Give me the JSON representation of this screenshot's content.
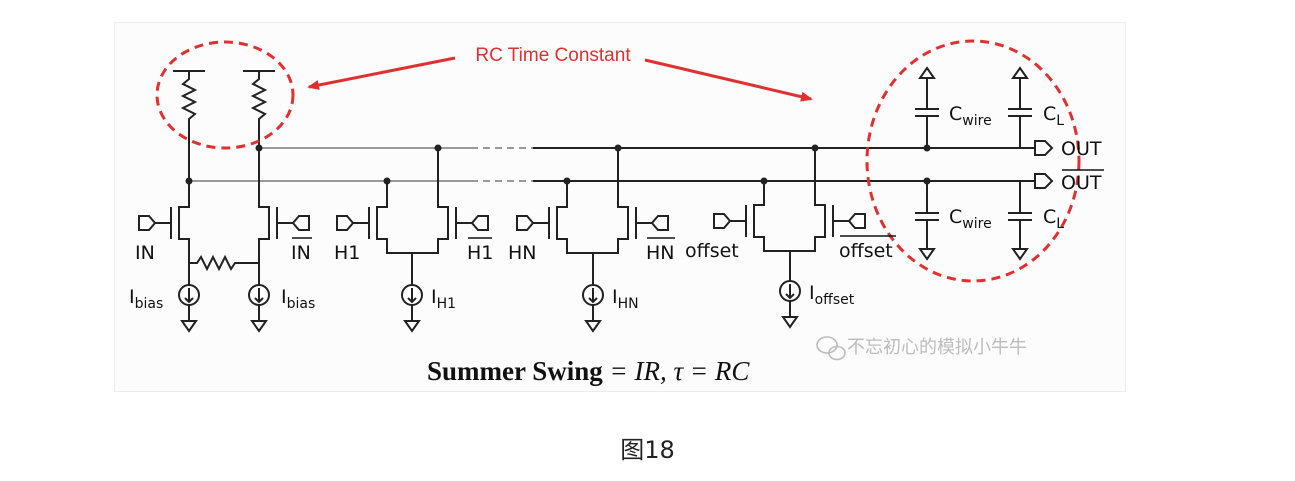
{
  "figure": {
    "annotation": "RC Time Constant",
    "signals": {
      "in": "IN",
      "in_bar": "IN",
      "h1": "H1",
      "h1_bar": "H1",
      "hn": "HN",
      "hn_bar": "HN",
      "offset": "offset",
      "offset_bar": "offset",
      "out": "OUT",
      "out_bar": "OUT"
    },
    "currents": {
      "main": "I",
      "bias_sub": "bias",
      "h1_sub": "H1",
      "hn_sub": "HN",
      "offset_sub": "offset"
    },
    "caps": {
      "c": "C",
      "wire_sub": "wire",
      "load_sub": "L"
    },
    "equation": {
      "bold": "Summer Swing",
      "rest": " = IR,   τ = RC"
    },
    "watermark": "不忘初心的模拟小牛牛",
    "accent_color": "#e03030"
  },
  "caption": "图18"
}
